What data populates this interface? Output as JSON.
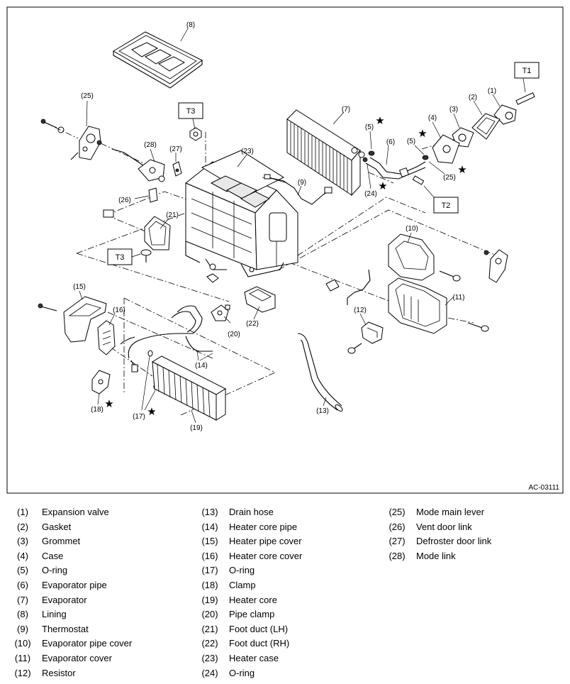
{
  "figure_code": "AC-03111",
  "star_symbol": "★",
  "callouts": [
    {
      "id": "c1",
      "text": "(1)"
    },
    {
      "id": "c2",
      "text": "(2)"
    },
    {
      "id": "c3",
      "text": "(3)"
    },
    {
      "id": "c4",
      "text": "(4)"
    },
    {
      "id": "c5a",
      "text": "(5)"
    },
    {
      "id": "c5b",
      "text": "(5)"
    },
    {
      "id": "c6",
      "text": "(6)"
    },
    {
      "id": "c7",
      "text": "(7)"
    },
    {
      "id": "c8",
      "text": "(8)"
    },
    {
      "id": "c9",
      "text": "(9)"
    },
    {
      "id": "c10",
      "text": "(10)"
    },
    {
      "id": "c11",
      "text": "(11)"
    },
    {
      "id": "c12",
      "text": "(12)"
    },
    {
      "id": "c13",
      "text": "(13)"
    },
    {
      "id": "c14",
      "text": "(14)"
    },
    {
      "id": "c15",
      "text": "(15)"
    },
    {
      "id": "c16",
      "text": "(16)"
    },
    {
      "id": "c17",
      "text": "(17)"
    },
    {
      "id": "c18",
      "text": "(18)"
    },
    {
      "id": "c19",
      "text": "(19)"
    },
    {
      "id": "c20",
      "text": "(20)"
    },
    {
      "id": "c21",
      "text": "(21)"
    },
    {
      "id": "c22",
      "text": "(22)"
    },
    {
      "id": "c23",
      "text": "(23)"
    },
    {
      "id": "c24",
      "text": "(24)"
    },
    {
      "id": "c25a",
      "text": "(25)"
    },
    {
      "id": "c25b",
      "text": "(25)"
    },
    {
      "id": "c26",
      "text": "(26)"
    },
    {
      "id": "c27",
      "text": "(27)"
    },
    {
      "id": "c28",
      "text": "(28)"
    }
  ],
  "torque_labels": [
    {
      "id": "t1",
      "text": "T1"
    },
    {
      "id": "t2",
      "text": "T2"
    },
    {
      "id": "t3a",
      "text": "T3"
    },
    {
      "id": "t3b",
      "text": "T3"
    }
  ],
  "legend": {
    "columns": [
      [
        {
          "num": "(1)",
          "name": "Expansion valve"
        },
        {
          "num": "(2)",
          "name": "Gasket"
        },
        {
          "num": "(3)",
          "name": "Grommet"
        },
        {
          "num": "(4)",
          "name": "Case"
        },
        {
          "num": "(5)",
          "name": "O-ring"
        },
        {
          "num": "(6)",
          "name": "Evaporator pipe"
        },
        {
          "num": "(7)",
          "name": "Evaporator"
        },
        {
          "num": "(8)",
          "name": "Lining"
        },
        {
          "num": "(9)",
          "name": "Thermostat"
        },
        {
          "num": "(10)",
          "name": "Evaporator pipe cover"
        },
        {
          "num": "(11)",
          "name": "Evaporator cover"
        },
        {
          "num": "(12)",
          "name": "Resistor"
        }
      ],
      [
        {
          "num": "(13)",
          "name": "Drain hose"
        },
        {
          "num": "(14)",
          "name": "Heater core pipe"
        },
        {
          "num": "(15)",
          "name": "Heater pipe cover"
        },
        {
          "num": "(16)",
          "name": "Heater core cover"
        },
        {
          "num": "(17)",
          "name": "O-ring"
        },
        {
          "num": "(18)",
          "name": "Clamp"
        },
        {
          "num": "(19)",
          "name": "Heater core"
        },
        {
          "num": "(20)",
          "name": "Pipe clamp"
        },
        {
          "num": "(21)",
          "name": "Foot duct (LH)"
        },
        {
          "num": "(22)",
          "name": "Foot duct (RH)"
        },
        {
          "num": "(23)",
          "name": "Heater case"
        },
        {
          "num": "(24)",
          "name": "O-ring"
        }
      ],
      [
        {
          "num": "(25)",
          "name": "Mode main lever"
        },
        {
          "num": "(26)",
          "name": "Vent door link"
        },
        {
          "num": "(27)",
          "name": "Defroster door link"
        },
        {
          "num": "(28)",
          "name": "Mode link"
        }
      ]
    ]
  }
}
